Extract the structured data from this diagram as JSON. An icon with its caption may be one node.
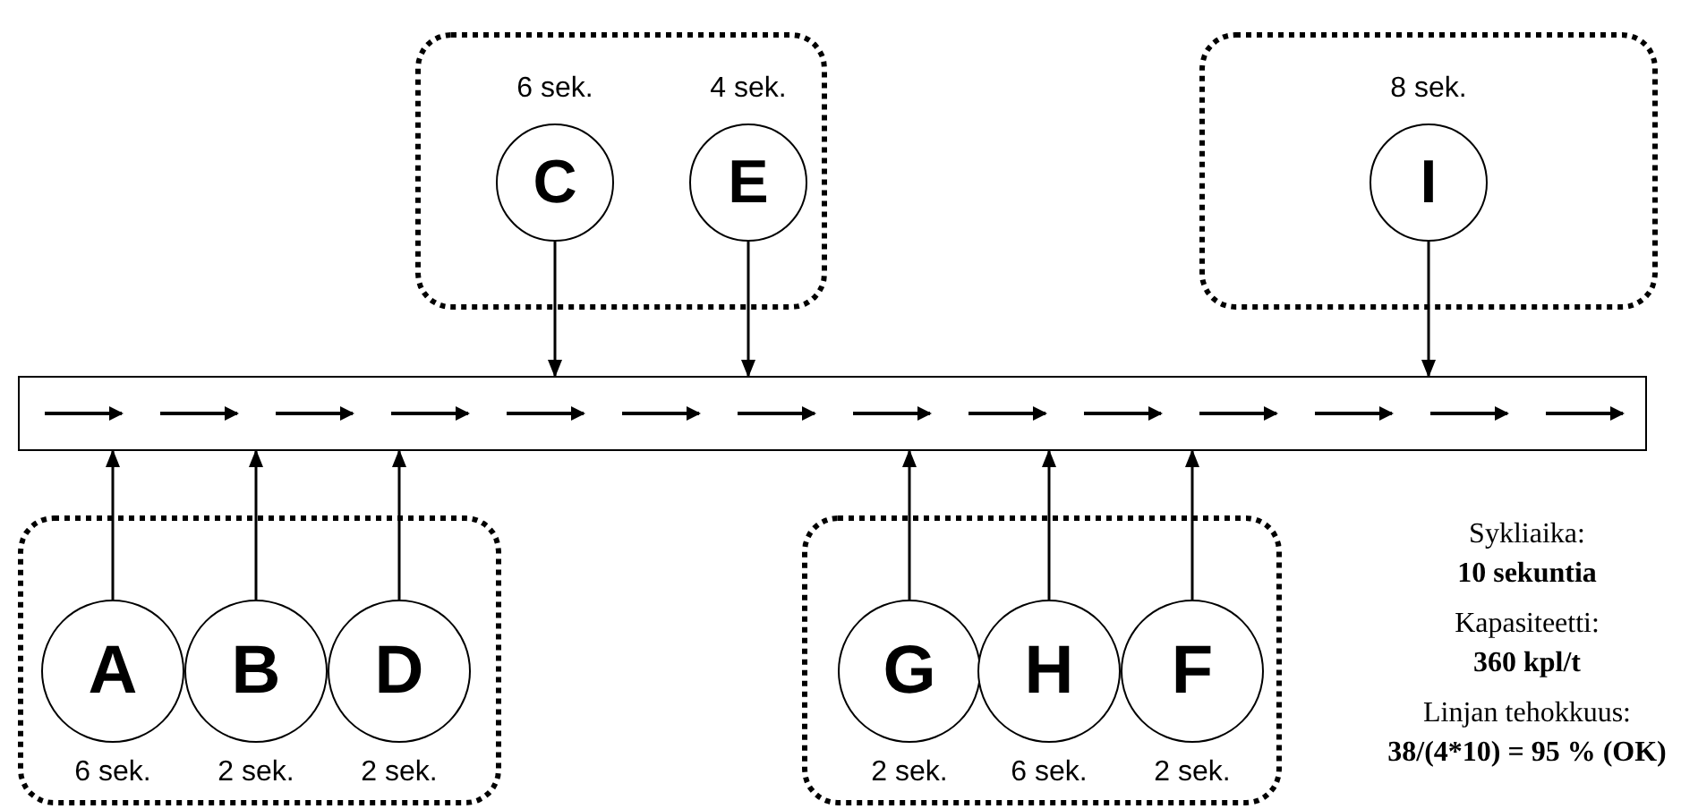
{
  "diagram": {
    "nodes": [
      {
        "text": [],
        "shape": "box"
      },
      {
        "text": [
          "C"
        ],
        "in": 0,
        "beside": [
          "6 sek."
        ]
      },
      {
        "text": [
          "E"
        ],
        "in": 0,
        "beside": [
          "4 sek."
        ]
      },
      {
        "text": [],
        "shape": "box"
      },
      {
        "text": [
          "I"
        ],
        "in": 3,
        "beside": [
          "8 sek."
        ]
      },
      {
        "text": [],
        "shape": "bar"
      },
      {
        "text": [],
        "shape": "box"
      },
      {
        "text": [
          "A"
        ],
        "in": 6,
        "beside": [
          "6 sek."
        ]
      },
      {
        "text": [
          "B"
        ],
        "in": 6,
        "beside": [
          "2 sek."
        ]
      },
      {
        "text": [
          "D"
        ],
        "in": 6,
        "beside": [
          "2 sek."
        ]
      },
      {
        "text": [],
        "shape": "box"
      },
      {
        "text": [
          "G"
        ],
        "in": 10,
        "beside": [
          "2 sek."
        ]
      },
      {
        "text": [
          "H"
        ],
        "in": 10,
        "beside": [
          "6 sek."
        ]
      },
      {
        "text": [
          "F"
        ],
        "in": 10,
        "beside": [
          "2 sek."
        ]
      }
    ],
    "edges": [
      {
        "from": 1,
        "to": 5,
        "arrow": "to"
      },
      {
        "from": 2,
        "to": 5,
        "arrow": "to"
      },
      {
        "from": 4,
        "to": 5,
        "arrow": "to"
      },
      {
        "from": 7,
        "to": 5,
        "arrow": "to"
      },
      {
        "from": 8,
        "to": 5,
        "arrow": "to"
      },
      {
        "from": 9,
        "to": 5,
        "arrow": "to"
      },
      {
        "from": 11,
        "to": 5,
        "arrow": "to"
      },
      {
        "from": 12,
        "to": 5,
        "arrow": "to"
      },
      {
        "from": 13,
        "to": 5,
        "arrow": "to"
      }
    ],
    "labels": [
      "Sykliaika:",
      "10 sekuntia",
      "Kapasiteetti:",
      "360 kpl/t",
      "Linjan tehokkuus:",
      "38/(4*10) = 95 % (OK)"
    ]
  }
}
